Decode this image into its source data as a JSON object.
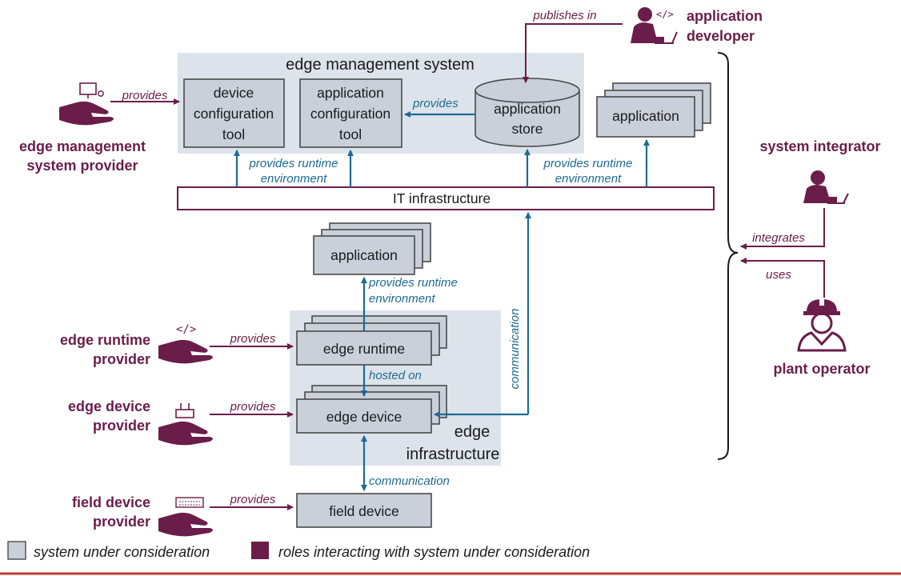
{
  "regions": {
    "edge_management_system": "edge management system",
    "edge_infrastructure": [
      "edge",
      "infrastructure"
    ]
  },
  "components": {
    "device_configuration_tool": [
      "device",
      "configuration",
      "tool"
    ],
    "application_configuration_tool": [
      "application",
      "configuration",
      "tool"
    ],
    "application_store": [
      "application",
      "store"
    ],
    "application_top": "application",
    "it_infrastructure": "IT infrastructure",
    "application_mid": "application",
    "edge_runtime": "edge runtime",
    "edge_device": "edge device",
    "field_device": "field device"
  },
  "relations": {
    "publishes_in": "publishes in",
    "provides_emsp": "provides",
    "provides_store": "provides",
    "runtime_left": [
      "provides runtime",
      "environment"
    ],
    "runtime_right": [
      "provides runtime",
      "environment"
    ],
    "runtime_mid": [
      "provides runtime",
      "environment"
    ],
    "hosted_on": "hosted on",
    "communication_vertical": "communication",
    "communication_field": "communication",
    "provides_runtime": "provides",
    "provides_device": "provides",
    "provides_field": "provides",
    "integrates": "integrates",
    "uses": "uses"
  },
  "roles": {
    "application_developer": [
      "application",
      "developer"
    ],
    "edge_management_system_provider": [
      "edge management",
      "system provider"
    ],
    "system_integrator": "system integrator",
    "plant_operator": "plant operator",
    "edge_runtime_provider": [
      "edge runtime",
      "provider"
    ],
    "edge_device_provider": [
      "edge device",
      "provider"
    ],
    "field_device_provider": [
      "field device",
      "provider"
    ]
  },
  "legend": {
    "system_under_consideration": "system under consideration",
    "roles_interacting": "roles interacting with system under consideration"
  },
  "colors": {
    "system": "#c9d0da",
    "region": "#dde3ea",
    "role": "#6b1d4a",
    "relation_blue": "#1d6a92",
    "border_line": "#c0392b"
  },
  "icons": {
    "hand_with_monitor": "hand-monitor-icon",
    "hand_with_code": "hand-code-icon",
    "hand_with_router": "hand-router-icon",
    "hand_with_keyboard": "hand-keyboard-icon",
    "person_laptop": "person-laptop-icon",
    "worker_helmet": "worker-helmet-icon"
  }
}
